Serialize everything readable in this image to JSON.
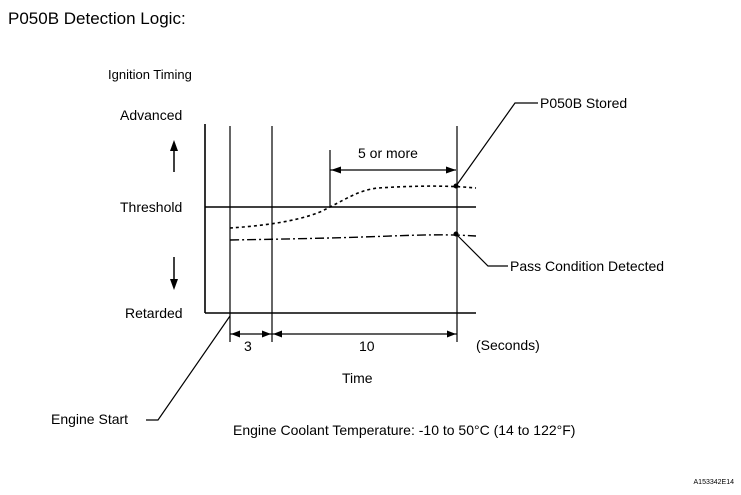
{
  "title": "P050B Detection Logic:",
  "y_axis": {
    "label": "Ignition Timing",
    "top": "Advanced",
    "middle": "Threshold",
    "bottom": "Retarded"
  },
  "x_axis": {
    "label": "Time",
    "unit": "(Seconds)",
    "interval_1": "3",
    "interval_2": "10"
  },
  "annotations": {
    "window": "5 or more",
    "stored": "P050B Stored",
    "pass": "Pass Condition Detected",
    "engine_start": "Engine Start"
  },
  "condition": "Engine Coolant Temperature: -10 to 50°C (14 to 122°F)",
  "figure_id": "A153342E14",
  "colors": {
    "ink": "#000000",
    "background": "#ffffff"
  }
}
